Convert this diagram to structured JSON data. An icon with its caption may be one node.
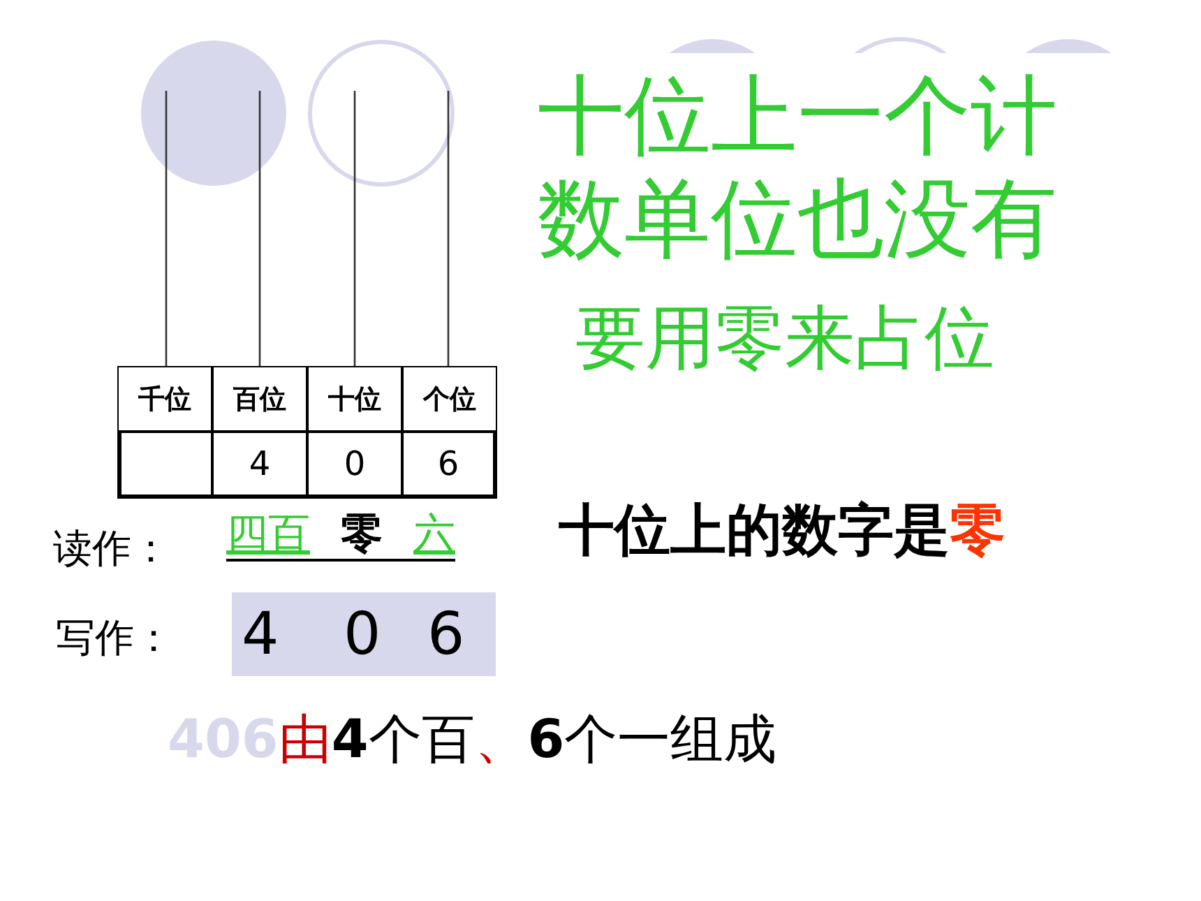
{
  "diagram": {
    "labels": [
      "十位上一个计数单位也没有",
      "千位",
      "百位",
      "十位",
      "个位",
      "要用零来占位",
      "4",
      "0",
      "6",
      "十位上的数字是",
      "零",
      "读作：",
      "四百",
      "零",
      "六",
      "写作：",
      "4",
      "0",
      "6",
      "406",
      "由",
      "**4**个百",
      "、",
      "**6**个一组成"
    ]
  }
}
